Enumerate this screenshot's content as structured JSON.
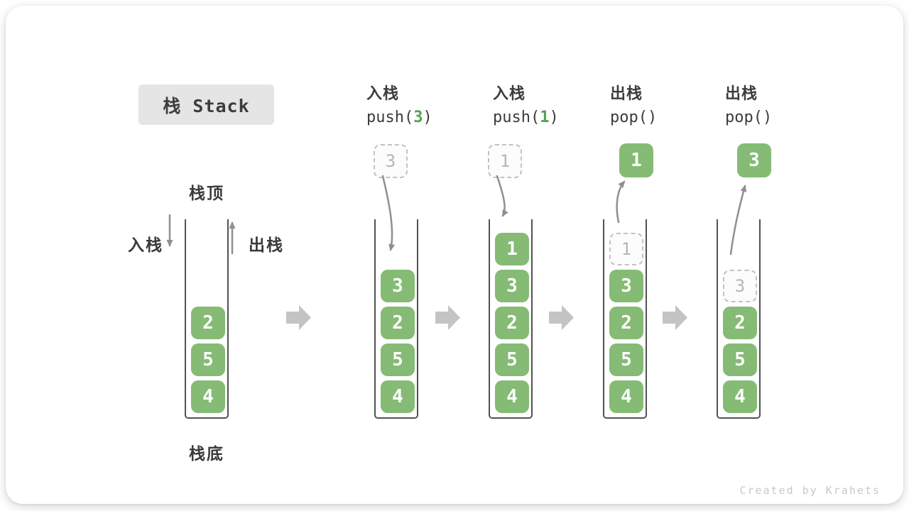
{
  "title": "栈 Stack",
  "side_labels": {
    "stack_top": "栈顶",
    "stack_bottom": "栈底",
    "push": "入栈",
    "pop": "出栈"
  },
  "operations": [
    {
      "name": "入栈",
      "code_before": "push(",
      "code_arg": "3",
      "code_after": ")"
    },
    {
      "name": "入栈",
      "code_before": "push(",
      "code_arg": "1",
      "code_after": ")"
    },
    {
      "name": "出栈",
      "code_before": "pop(",
      "code_arg": "",
      "code_after": ")"
    },
    {
      "name": "出栈",
      "code_before": "pop(",
      "code_arg": "",
      "code_after": ")"
    }
  ],
  "floating_values": [
    "3",
    "1",
    "1",
    "3"
  ],
  "stacks": [
    {
      "blocks": [
        "2",
        "5",
        "4"
      ]
    },
    {
      "blocks": [
        "3",
        "2",
        "5",
        "4"
      ]
    },
    {
      "blocks": [
        "1",
        "3",
        "2",
        "5",
        "4"
      ]
    },
    {
      "ghost": "1",
      "blocks": [
        "3",
        "2",
        "5",
        "4"
      ]
    },
    {
      "ghost": "3",
      "blocks": [
        "2",
        "5",
        "4"
      ]
    }
  ],
  "watermark": "Created by Krahets",
  "colors": {
    "block_green": "#85bb75",
    "code_green": "#56a050",
    "flow_arrow_gray": "#c4c4c4",
    "arrow_stroke": "#8f8f8f",
    "text_dark": "#3c3c3c",
    "ghost_border": "#c2c2c2",
    "ghost_text": "#b6b6b6",
    "title_bg": "#e5e5e5",
    "wall_dark": "#525252",
    "watermark_gray": "#c9c9c9"
  }
}
